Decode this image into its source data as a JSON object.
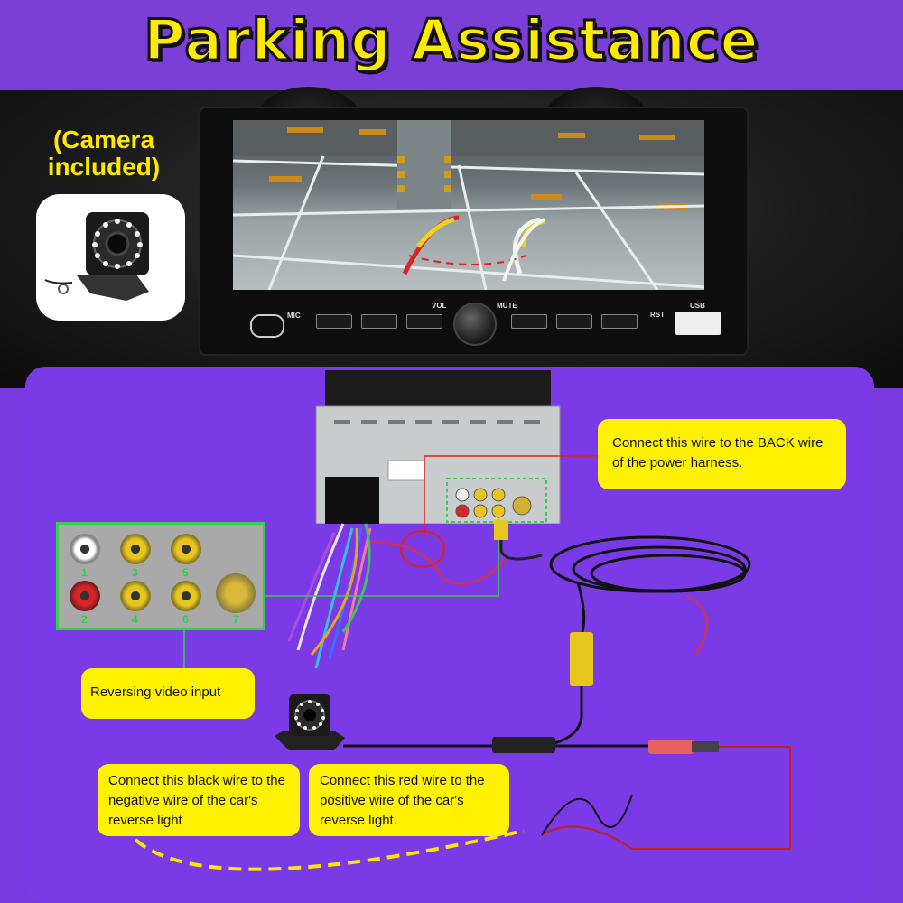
{
  "header": {
    "title": "Parking Assistance"
  },
  "camera_note": {
    "line1": "(Camera",
    "line2": "included)"
  },
  "head_unit": {
    "labels": {
      "mic": "MIC",
      "vol": "VOL",
      "mute": "MUTE",
      "rst": "RST",
      "usb": "USB"
    }
  },
  "rca_numbers": [
    "1",
    "2",
    "3",
    "4",
    "5",
    "6",
    "7"
  ],
  "callouts": {
    "back_wire": "Connect this wire to the BACK wire of the power harness.",
    "video_input": "Reversing video input",
    "black_wire": "Connect this black wire to the negative wire of the car's reverse light",
    "red_wire": "Connect this red wire to the positive wire of the car's reverse light."
  },
  "colors": {
    "title_fill": "#ffea00",
    "panel": "#7a3be6",
    "callout": "#fff200",
    "highlight": "#37d04a",
    "wire_red": "#e03030",
    "dash_line": "#ffe600"
  }
}
